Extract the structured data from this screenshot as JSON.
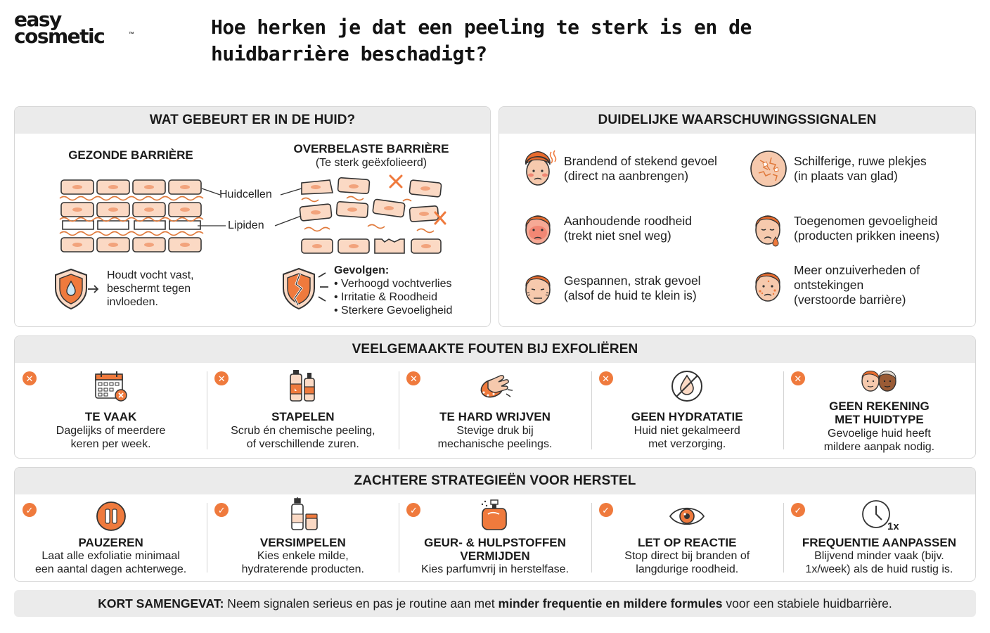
{
  "brand": {
    "line1": "easy",
    "line2": "cosmetic",
    "tm": "™"
  },
  "title": {
    "line1": "Hoe herken je dat een peeling te sterk is en de",
    "line2": "huidbarrière beschadigt?"
  },
  "colors": {
    "accent": "#ef7a3d",
    "panel_header": "#ebebeb",
    "cell_fill": "#fbd9c4",
    "cell_stroke": "#333333"
  },
  "huid": {
    "header": "WAT GEBEURT ER IN DE HUID?",
    "healthy_title": "GEZONDE BARRIÈRE",
    "damaged_title": "OVERBELASTE BARRIÈRE",
    "damaged_sub": "(Te sterk geëxfolieerd)",
    "label_cells": "Huidcellen",
    "label_lipids": "Lipiden",
    "healthy_text": [
      "Houdt vocht vast,",
      "beschermt tegen",
      "invloeden."
    ],
    "effects_title": "Gevolgen:",
    "effects": [
      "Verhoogd vochtverlies",
      "Irritatie & Roodheid",
      "Sterkere Gevoeligheid"
    ]
  },
  "warn": {
    "header": "DUIDELIJKE WAARSCHUWINGSSIGNALEN",
    "items": [
      {
        "icon": "burning-face-icon",
        "lines": [
          "Brandend of stekend gevoel",
          "(direct na aanbrengen)"
        ]
      },
      {
        "icon": "flaky-skin-icon",
        "lines": [
          "Schilferige, ruwe plekjes",
          "(in plaats van glad)"
        ]
      },
      {
        "icon": "red-face-icon",
        "lines": [
          "Aanhoudende roodheid",
          "(trekt niet snel weg)"
        ]
      },
      {
        "icon": "sensitive-face-icon",
        "lines": [
          "Toegenomen gevoeligheid",
          "(producten prikken ineens)"
        ]
      },
      {
        "icon": "tight-face-icon",
        "lines": [
          "Gespannen, strak gevoel",
          "(alsof de huid te klein is)"
        ]
      },
      {
        "icon": "blemish-face-icon",
        "lines": [
          "Meer onzuiverheden of",
          "ontstekingen",
          "(verstoorde barrière)"
        ]
      }
    ]
  },
  "fout": {
    "header": "VEELGEMAAKTE FOUTEN BIJ EXFOLIËREN",
    "badge": "✕",
    "items": [
      {
        "icon": "calendar-icon",
        "title": [
          "TE VAAK"
        ],
        "desc": [
          "Dagelijks of meerdere",
          "keren per week."
        ]
      },
      {
        "icon": "product-bottles-icon",
        "title": [
          "STAPELEN"
        ],
        "desc": [
          "Scrub én chemische peeling,",
          "of verschillende zuren."
        ]
      },
      {
        "icon": "scrubbing-hand-icon",
        "title": [
          "TE HARD WRIJVEN"
        ],
        "desc": [
          "Stevige druk bij",
          "mechanische peelings."
        ]
      },
      {
        "icon": "no-water-drop-icon",
        "title": [
          "GEEN HYDRATATIE"
        ],
        "desc": [
          "Huid niet gekalmeerd",
          "met verzorging."
        ]
      },
      {
        "icon": "two-faces-icon",
        "title": [
          "GEEN REKENING",
          "MET HUIDTYPE"
        ],
        "desc": [
          "Gevoelige huid heeft",
          "mildere aanpak nodig."
        ]
      }
    ]
  },
  "strat": {
    "header": "ZACHTERE STRATEGIEËN VOOR HERSTEL",
    "badge": "✓",
    "items": [
      {
        "icon": "pause-icon",
        "title": [
          "PAUZEREN"
        ],
        "desc": [
          "Laat alle exfoliatie minimaal",
          "een aantal dagen achterwege."
        ]
      },
      {
        "icon": "simple-bottles-icon",
        "title": [
          "VERSIMPELEN"
        ],
        "desc": [
          "Kies enkele milde,",
          "hydraterende producten."
        ]
      },
      {
        "icon": "perfume-icon",
        "title": [
          "GEUR- & HULPSTOFFEN",
          "VERMIJDEN"
        ],
        "desc": [
          "Kies parfumvrij in herstelfase."
        ]
      },
      {
        "icon": "eye-icon",
        "title": [
          "LET OP REACTIE"
        ],
        "desc": [
          "Stop direct bij branden of",
          "langdurige roodheid."
        ]
      },
      {
        "icon": "clock-icon",
        "title": [
          "FREQUENTIE AANPASSEN"
        ],
        "desc": [
          "Blijvend minder vaak (bijv.",
          "1x/week) als de huid rustig is."
        ],
        "icon_text": "1x"
      }
    ]
  },
  "summary": {
    "bold1": "KORT SAMENGEVAT:",
    "text1": " Neem signalen serieus en pas je routine aan met ",
    "bold2": "minder frequentie en mildere formules",
    "text2": " voor een stabiele huidbarrière."
  }
}
